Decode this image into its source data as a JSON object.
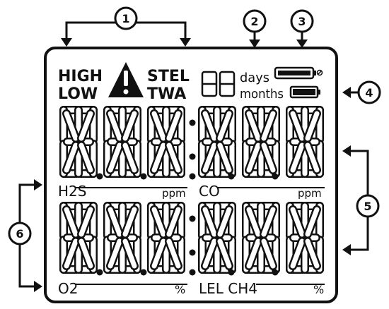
{
  "callouts": [
    "1",
    "2",
    "3",
    "4",
    "5",
    "6"
  ],
  "alarm_labels": {
    "high": "HIGH",
    "low": "LOW",
    "stel": "STEL",
    "twa": "TWA"
  },
  "time_units": {
    "days": "days",
    "months": "months"
  },
  "sensors": {
    "h2s": {
      "name": "H2S",
      "unit": "ppm"
    },
    "co": {
      "name": "CO",
      "unit": "ppm"
    },
    "o2": {
      "name": "O2",
      "unit": "%"
    },
    "lel": {
      "name": "LEL CH4",
      "unit": "%"
    }
  },
  "icons": [
    "warning-triangle-icon",
    "battery-full-icon",
    "battery-small-icon"
  ]
}
